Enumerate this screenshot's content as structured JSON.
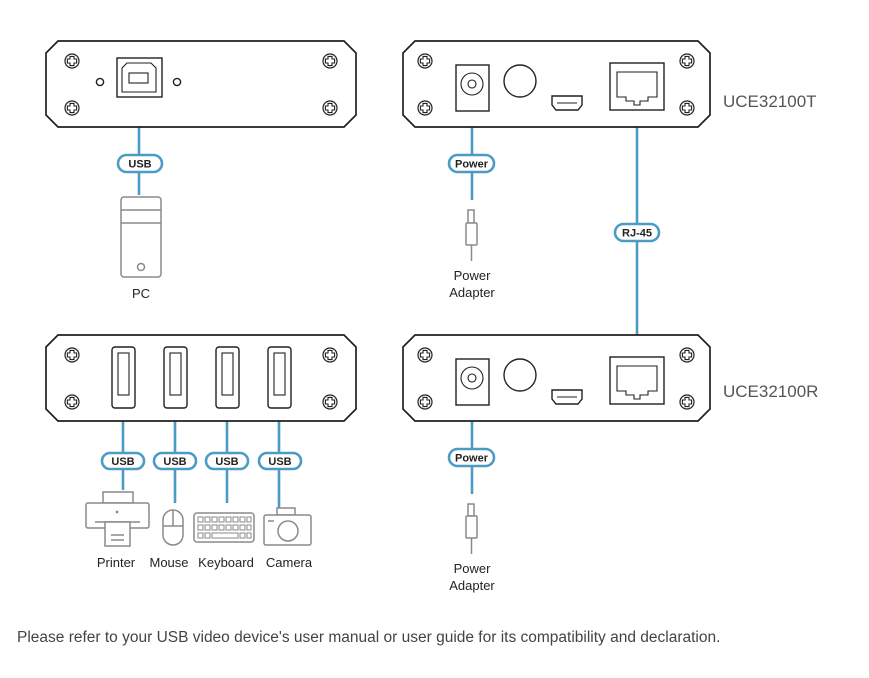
{
  "transmitter": {
    "model": "UCE32100T",
    "power_cable_label": "Power",
    "power_adapter_label": [
      "Power",
      "Adapter"
    ]
  },
  "receiver": {
    "model": "UCE32100R",
    "power_cable_label": "Power",
    "power_adapter_label": [
      "Power",
      "Adapter"
    ]
  },
  "link": {
    "cable_label": "RJ-45"
  },
  "local_side": {
    "cable_label": "USB",
    "device_label": "PC",
    "device_icon": "pc-tower-icon"
  },
  "remote_side": {
    "ports": [
      {
        "cable_label": "USB",
        "device_label": "Printer",
        "device_icon": "printer-icon"
      },
      {
        "cable_label": "USB",
        "device_label": "Mouse",
        "device_icon": "mouse-icon"
      },
      {
        "cable_label": "USB",
        "device_label": "Keyboard",
        "device_icon": "keyboard-icon"
      },
      {
        "cable_label": "USB",
        "device_label": "Camera",
        "device_icon": "camera-icon"
      }
    ]
  },
  "footer": {
    "note": "Please refer to your USB video device's user manual or user guide for its compatibility and declaration."
  },
  "colors": {
    "cable": "#4b9cc4",
    "panel_outline": "#231f20",
    "device_outline": "#8a8a8a",
    "model_text": "#555555"
  }
}
